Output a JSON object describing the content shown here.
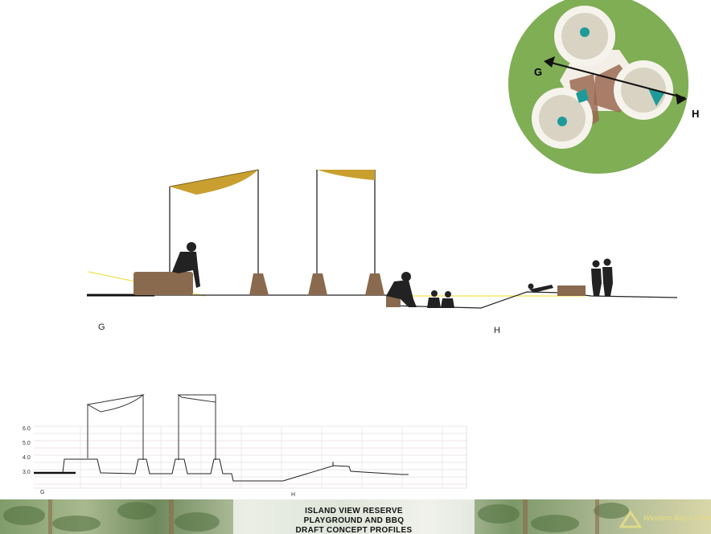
{
  "plan": {
    "label_g": "G",
    "label_h": "H"
  },
  "elevation": {
    "label_g": "G",
    "label_h": "H"
  },
  "profile": {
    "y_ticks": [
      "6.0",
      "5.0",
      "4.0",
      "3.0"
    ],
    "label_g": "G",
    "label_h": "H"
  },
  "footer": {
    "title_line1": "ISLAND VIEW RESERVE",
    "title_line2": "PLAYGROUND AND BBQ",
    "title_line3": "DRAFT CONCEPT PROFILES",
    "logo_text": "Western Bay of Plenty"
  },
  "colors": {
    "lawn_green": "#7fae55",
    "sail_gold": "#c9a030",
    "timber": "#8a6a4e",
    "teal": "#1f9a9a",
    "ground_line": "#222222",
    "sightline": "#f2e34a"
  }
}
